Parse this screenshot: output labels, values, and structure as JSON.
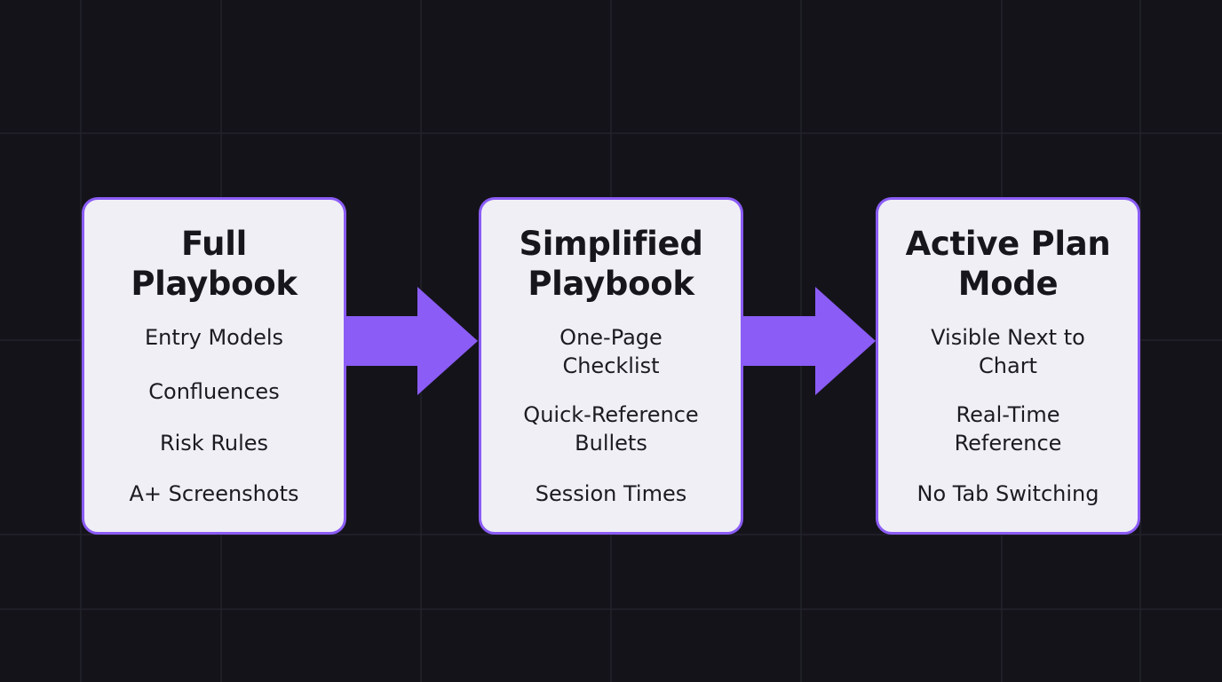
{
  "colors": {
    "background": "#14131a",
    "grid": "#2a2933",
    "accent": "#8b5cf6",
    "card": "#f0eff5",
    "text": "#17161d"
  },
  "stages": [
    {
      "title": "Full\nPlaybook",
      "items": [
        "Entry Models",
        "Confluences",
        "Risk Rules",
        "A+ Screenshots"
      ]
    },
    {
      "title": "Simplified\nPlaybook",
      "items": [
        "One-Page\nChecklist",
        "Quick-Reference\nBullets",
        "Session Times"
      ]
    },
    {
      "title": "Active Plan\nMode",
      "items": [
        "Visible Next to\nChart",
        "Real-Time\nReference",
        "No Tab Switching"
      ]
    }
  ],
  "connectors": [
    "arrow-right-icon",
    "arrow-right-icon"
  ]
}
